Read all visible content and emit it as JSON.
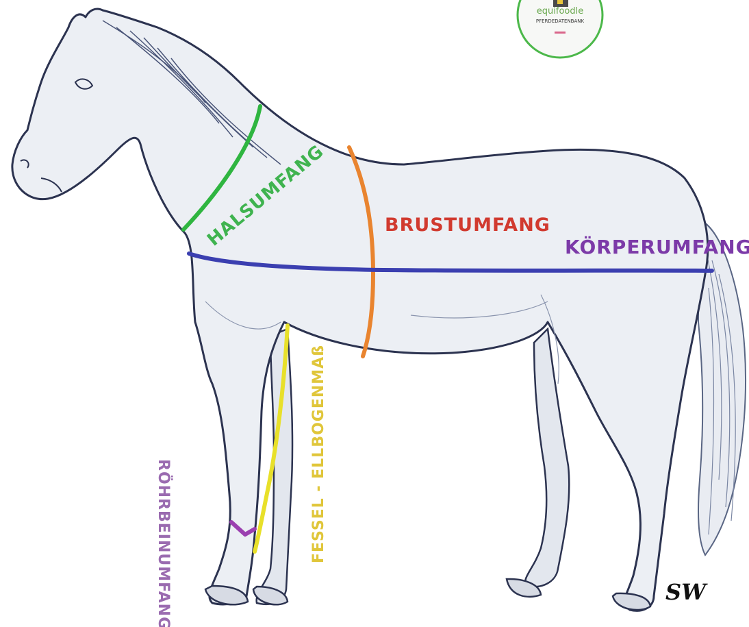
{
  "logo": {
    "name": "equifoodle",
    "subtitle": "PFERDEDATENBANK"
  },
  "labels": {
    "neck": "HALSUMFANG",
    "chest": "BRUSTUMFANG",
    "body": "KÖRPERUMFANG",
    "leg": "FESSEL - ELLBOGENMAß",
    "cannon": "RÖHRBEINUMFANG"
  },
  "signature": "SW",
  "colors": {
    "neck": "#2fb540",
    "chest": "#e9842f",
    "chest_text": "#d13a2f",
    "body": "#3b3fb0",
    "body_text": "#7c3aa8",
    "leg": "#e8e02a",
    "leg_text": "#e0c63a",
    "cannon": "#9b3fb0",
    "cannon_text": "#9a6bb0",
    "outline": "#2c3350",
    "fill": "#eceff4"
  }
}
